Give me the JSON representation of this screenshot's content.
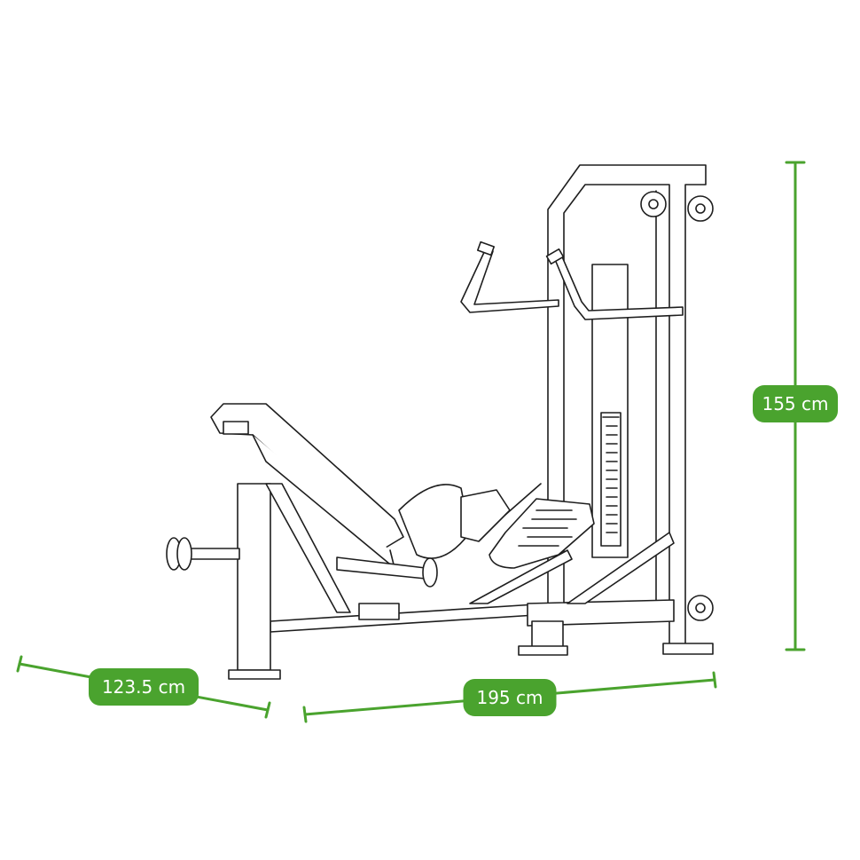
{
  "dimensions": {
    "height": "155 cm",
    "depth": "123.5 cm",
    "length": "195 cm"
  },
  "colors": {
    "accent": "#4aa32e",
    "line": "#1e1e1e"
  }
}
